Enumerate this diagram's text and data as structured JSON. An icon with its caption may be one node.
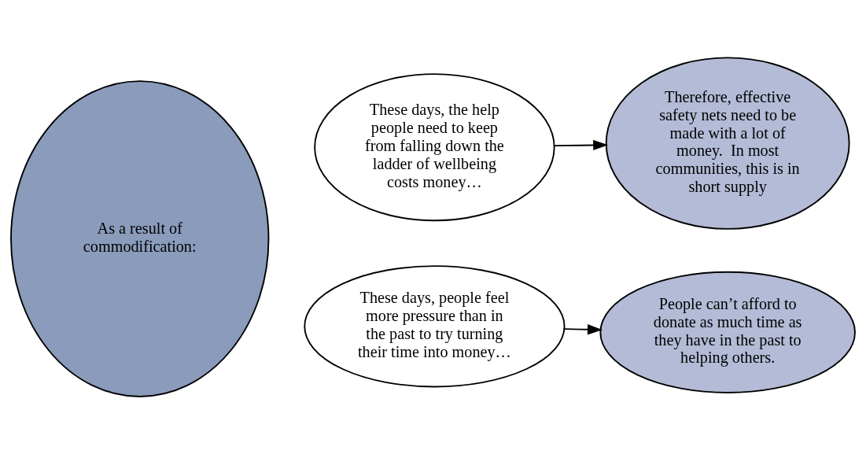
{
  "diagram": {
    "nodes": [
      {
        "text": [
          "As a result of commodification:"
        ]
      },
      {
        "text": [
          "These days, the help people need to keep from falling down the ladder of wellbeing costs money…"
        ]
      },
      {
        "text": [
          "Therefore, effective safety nets need to be made with a lot of money.  In most communities, this is in short supply"
        ]
      },
      {
        "text": [
          "These days, people feel more pressure than in the past to try turning their time into money…"
        ]
      },
      {
        "text": [
          "People can’t afford to donate as much time as they have in the past to helping others."
        ]
      }
    ],
    "edges": [
      {
        "from": 1,
        "to": 2,
        "arrow": "to"
      },
      {
        "from": 3,
        "to": 4,
        "arrow": "to"
      }
    ]
  }
}
